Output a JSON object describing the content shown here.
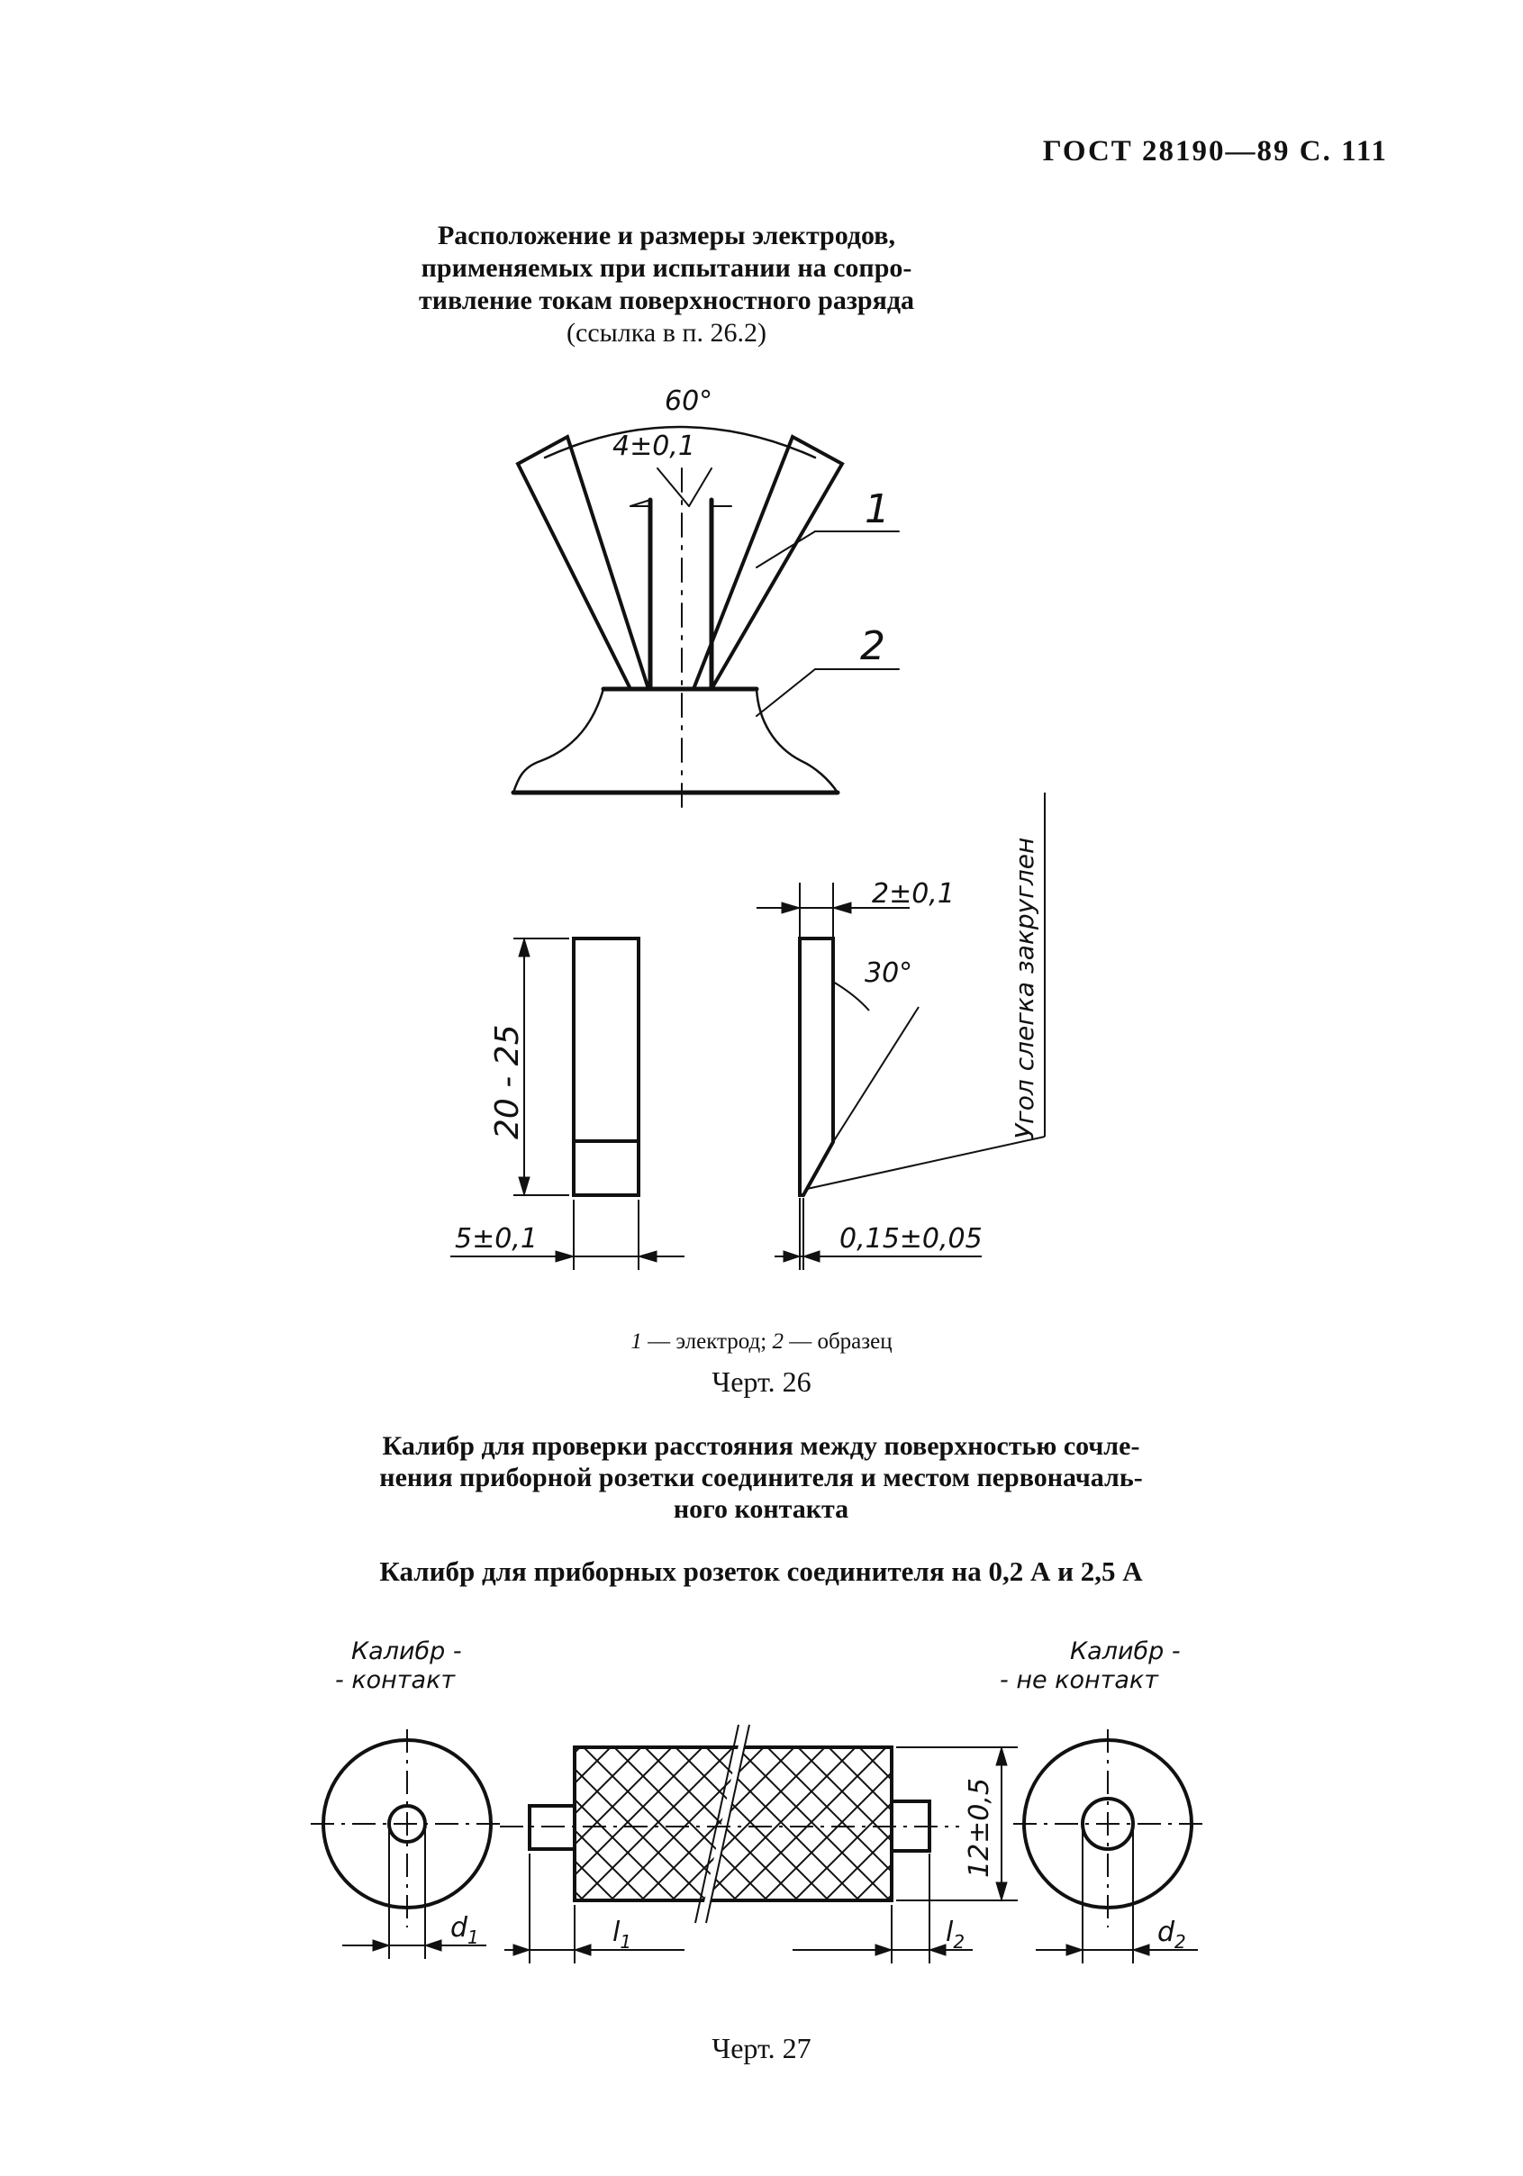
{
  "header": "ГОСТ 28190—89 С. 111",
  "fig26": {
    "title_lines": [
      "Расположение и размеры электродов,",
      "применяемых при испытании на сопро-",
      "тивление токам поверхностного разряда"
    ],
    "reference": "(ссылка в п. 26.2)",
    "angle_top": "60°",
    "dim_gap": "4±0,1",
    "callout_1": "1",
    "callout_2": "2",
    "dim_height": "20 - 25",
    "dim_width": "5±0,1",
    "dim_thickness": "2±0,1",
    "angle_side": "30°",
    "dim_tip": "0,15±0,05",
    "note_vertical": "Угол слегка закруглен",
    "legend_1_num": "1",
    "legend_1_text": "— электрод;",
    "legend_2_num": "2",
    "legend_2_text": "— образец",
    "caption": "Черт. 26"
  },
  "fig27": {
    "title_lines": [
      "Калибр для проверки расстояния между поверхностью сочле-",
      "нения приборной розетки соединителя и местом первоначаль-",
      "ного контакта"
    ],
    "subtitle": "Калибр для приборных розеток соединителя на 0,2 А и 2,5 А",
    "label_left_1": "Калибр -",
    "label_left_2": "- контакт",
    "label_right_1": "Калибр -",
    "label_right_2": "- не контакт",
    "dim_d1": "d",
    "dim_d1_sub": "1",
    "dim_l1": "l",
    "dim_l1_sub": "1",
    "dim_l2": "l",
    "dim_l2_sub": "2",
    "dim_d2": "d",
    "dim_d2_sub": "2",
    "dim_height": "12±0,5",
    "caption": "Черт. 27"
  }
}
